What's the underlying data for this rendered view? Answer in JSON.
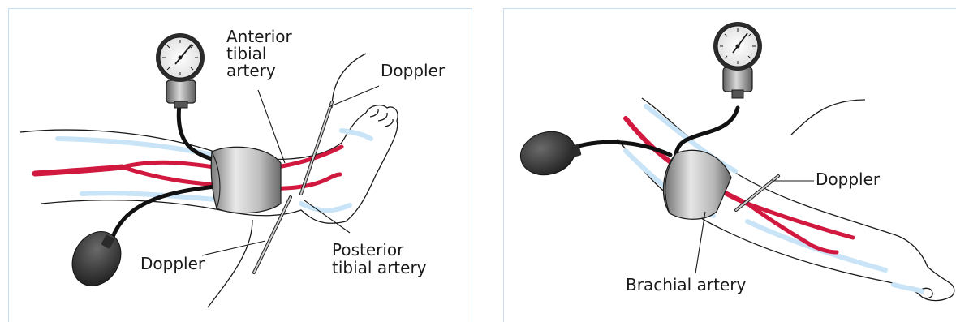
{
  "left_panel": {
    "labels": {
      "anterior_tibial_artery": "Anterior\ntibial\nartery",
      "doppler_top": "Doppler",
      "doppler_bottom": "Doppler",
      "posterior_tibial_artery": "Posterior\ntibial artery"
    }
  },
  "right_panel": {
    "labels": {
      "doppler": "Doppler",
      "brachial_artery": "Brachial artery"
    }
  },
  "colors": {
    "artery": "#d1183f",
    "vein": "#c8e4f6",
    "cuff_dark": "#6f6f6f",
    "cuff_light": "#e6e6e6",
    "bulb": "#2e2e2e",
    "outline": "#1a1a1a",
    "border": "#c9ddef"
  }
}
